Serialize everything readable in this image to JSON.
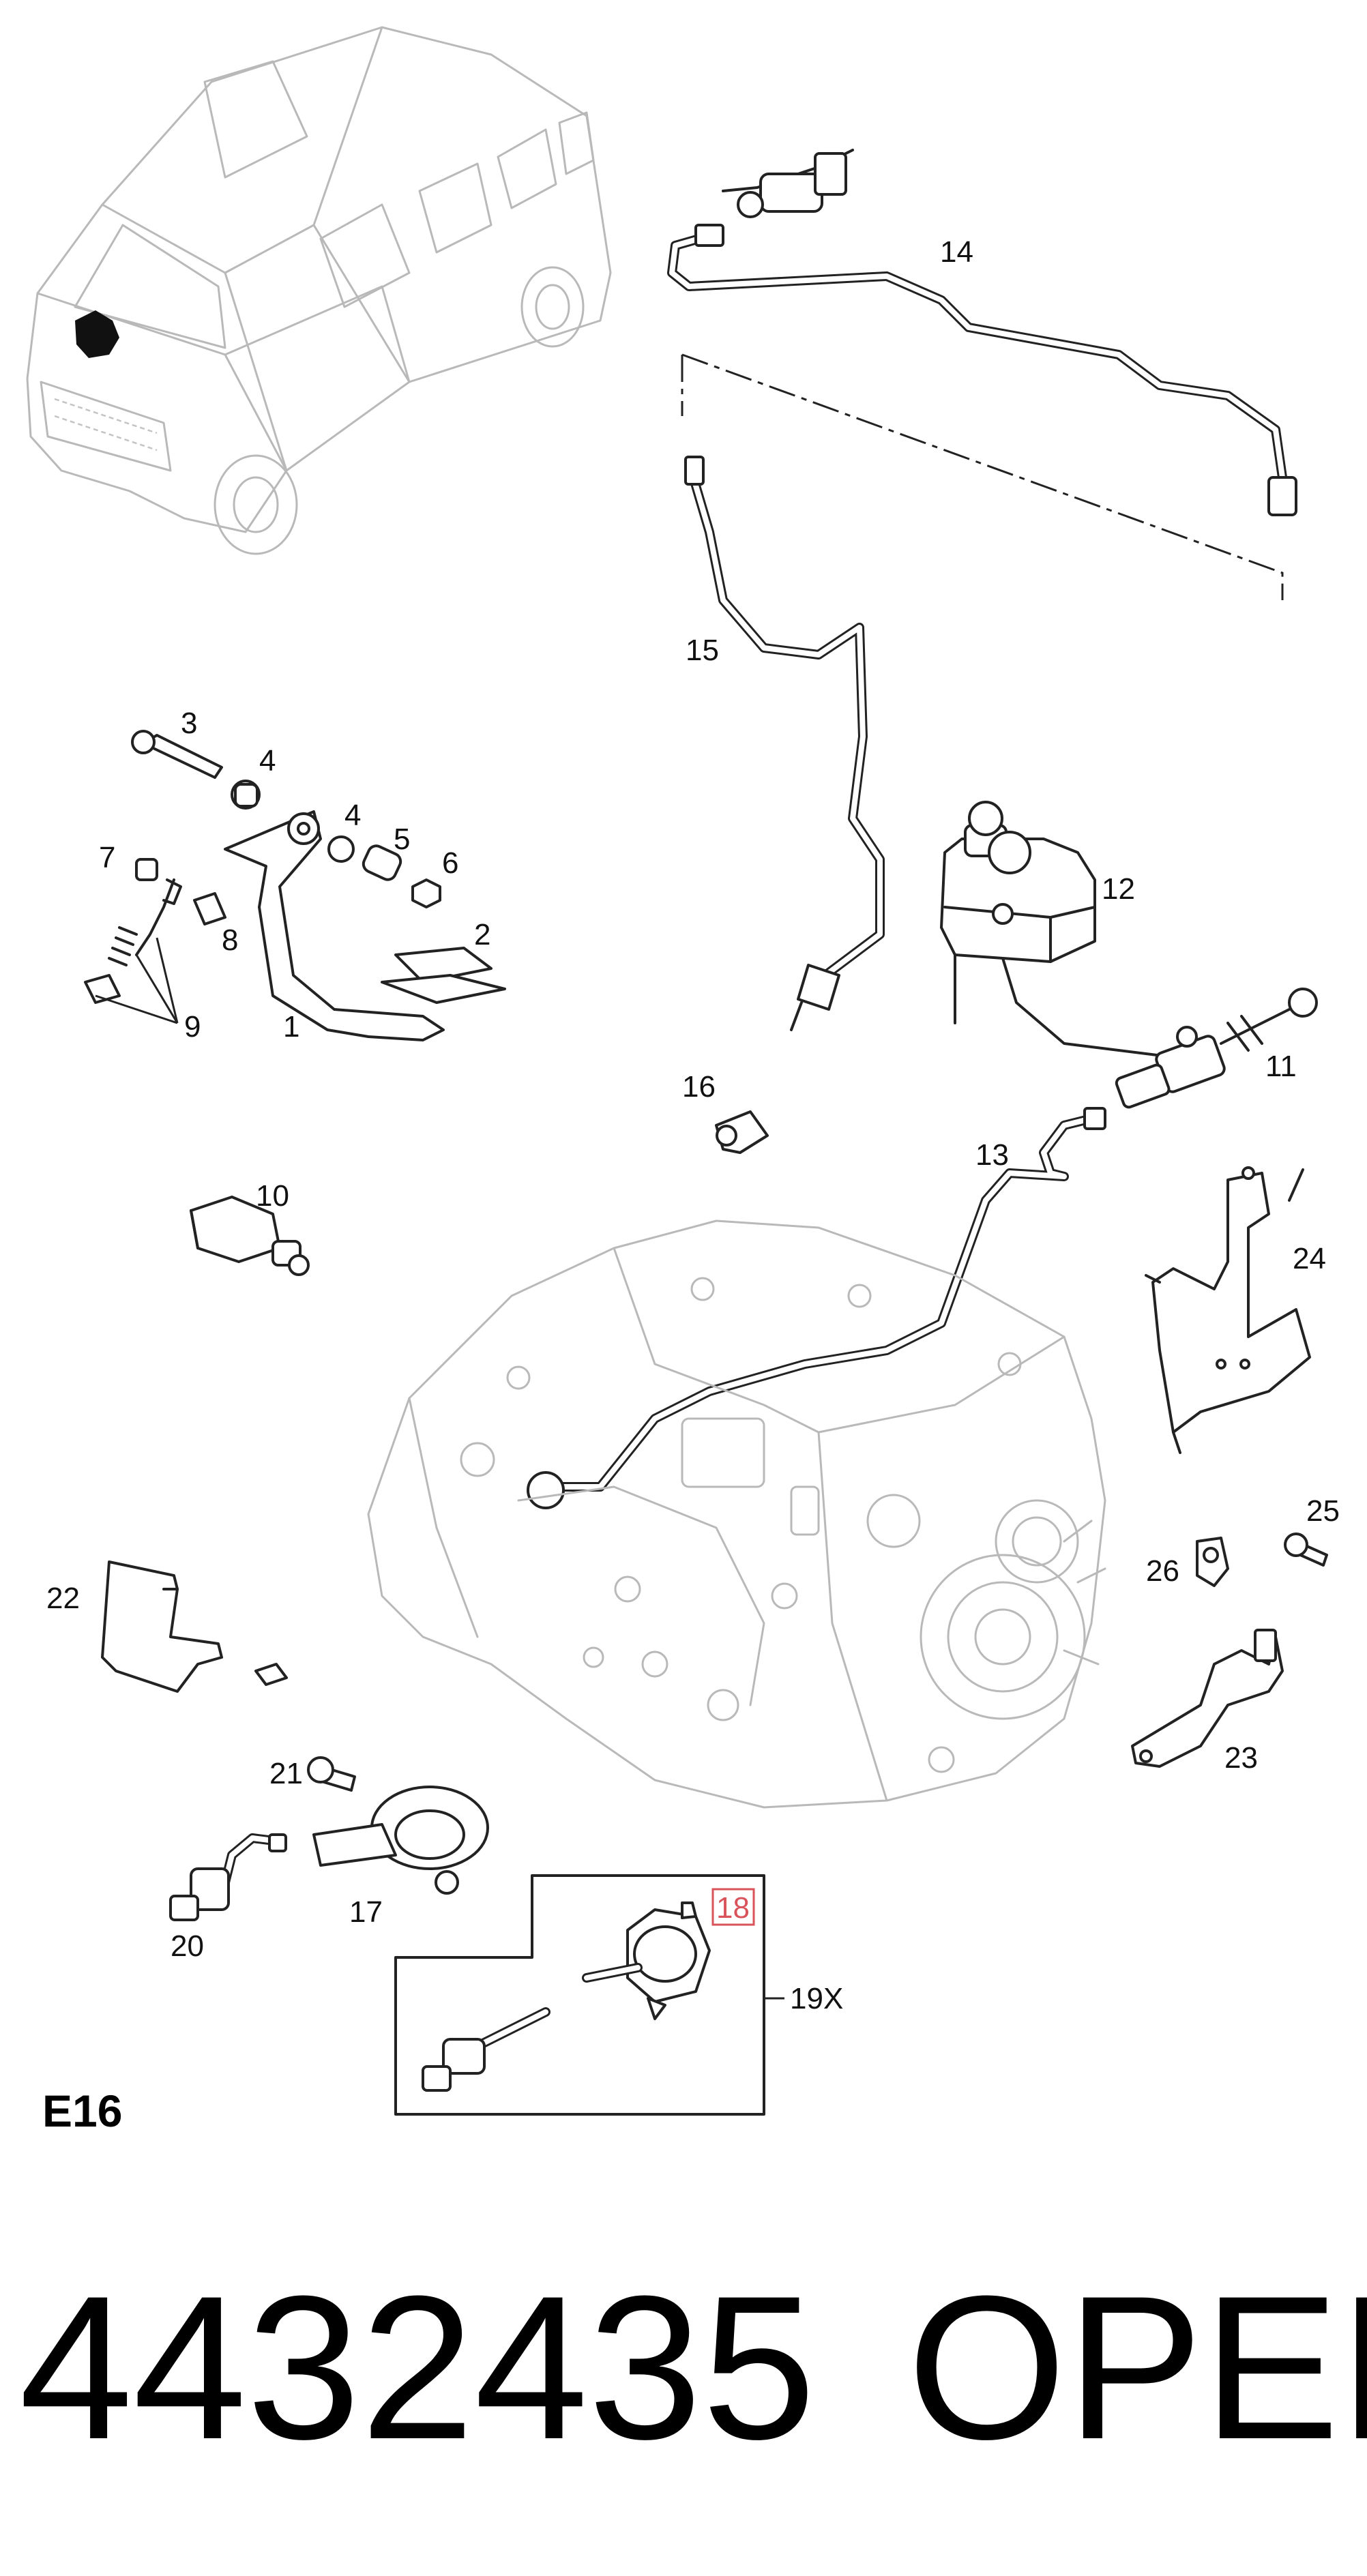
{
  "diagram": {
    "section_code": "E16",
    "part_number": "4432435",
    "brand": "OPEL",
    "highlighted_callout": "18",
    "highlight_color": "#d9535a",
    "callouts": {
      "c1": "1",
      "c2": "2",
      "c3": "3",
      "c4a": "4",
      "c4b": "4",
      "c5": "5",
      "c6": "6",
      "c7": "7",
      "c8": "8",
      "c9": "9",
      "c10": "10",
      "c11": "11",
      "c12": "12",
      "c13": "13",
      "c14": "14",
      "c15": "15",
      "c16": "16",
      "c17": "17",
      "c18": "18",
      "c19x": "19X",
      "c20": "20",
      "c21": "21",
      "c22": "22",
      "c23": "23",
      "c24": "24",
      "c25": "25",
      "c26": "26"
    }
  }
}
